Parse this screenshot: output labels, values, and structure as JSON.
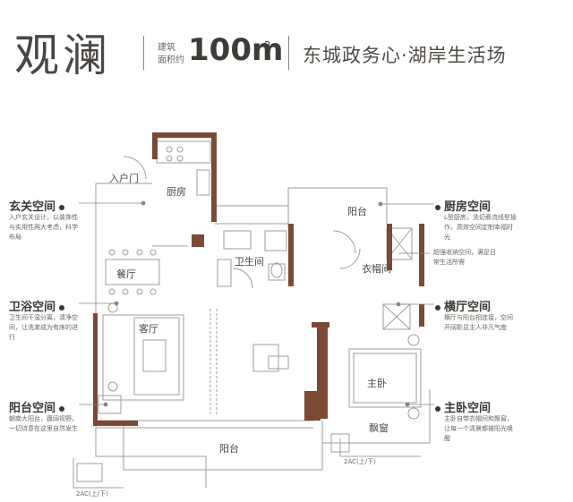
{
  "header": {
    "title": "观澜",
    "area_label_1": "建筑",
    "area_label_2": "面积约",
    "area_value": "100m",
    "area_sup": "2",
    "tagline": "东城政务心·湖岸生活场"
  },
  "rooms": {
    "entrance_door": "入户门",
    "kitchen": "厨房",
    "balcony_top": "阳台",
    "bathroom": "卫生间",
    "closet": "衣帽间",
    "dining": "餐厅",
    "living": "客厅",
    "master": "主卧",
    "bay_window": "飘窗",
    "balcony_bottom": "阳台",
    "ac_left": "2AC(上/下)",
    "ac_right": "2AC(上/下)"
  },
  "annotations": {
    "left": [
      {
        "title": "玄关空间",
        "desc": "入户玄关设计，以装饰性与实用性两大考虑，科学布局"
      },
      {
        "title": "卫浴空间",
        "desc": "卫生间干湿分离，清净空间，让洗漱成为有序的进行"
      },
      {
        "title": "阳台空间",
        "desc": "朝南大阳台，踱阔视野，一切诗意在这里自然发生"
      }
    ],
    "right": [
      {
        "title": "厨房空间",
        "desc": "L型厨房，洗切煮流线型操作，高效空间定制幸福时光"
      },
      {
        "title": "横厅空间",
        "desc": "横厅与阳台相连接，空间开阔彰显主人非凡气度"
      },
      {
        "title": "主卧空间",
        "desc": "主卧自带衣帽间和飘窗，让每一个清晨都被阳光唤醒"
      }
    ],
    "closet_note": "超强收纳空间，满足日常生活所需"
  },
  "colors": {
    "wall": "#7a4a35",
    "line": "#9a9590",
    "text": "#3d3a37"
  }
}
